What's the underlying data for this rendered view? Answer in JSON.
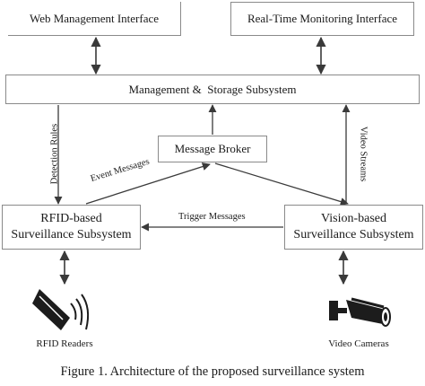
{
  "boxes": {
    "web": "Web Management Interface",
    "realtime": "Real-Time Monitoring Interface",
    "management": "Management &  Storage Subsystem",
    "broker": "Message Broker",
    "rfid_line1": "RFID-based",
    "rfid_line2": "Surveillance Subsystem",
    "vision_line1": "Vision-based",
    "vision_line2": "Surveillance Subsystem"
  },
  "edges": {
    "detection_rules": "Detection Rules",
    "video_streams": "Video Streams",
    "event_messages": "Event Messages",
    "trigger_messages": "Trigger Messages"
  },
  "devices": {
    "rfid_readers": "RFID Readers",
    "video_cameras": "Video Cameras"
  },
  "icons": {
    "rfid_reader": "rfid-reader-icon",
    "video_camera": "video-camera-icon"
  },
  "caption": "Figure 1. Architecture of the proposed surveillance system"
}
